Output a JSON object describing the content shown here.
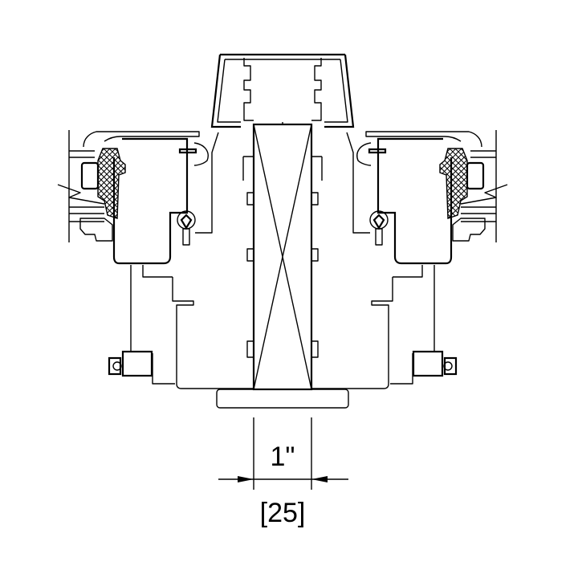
{
  "drawing": {
    "type": "window mullion section detail",
    "colors": {
      "line": "#000000",
      "background": "#ffffff"
    }
  },
  "dimension": {
    "imperial": "1\"",
    "metric": "[25]"
  }
}
